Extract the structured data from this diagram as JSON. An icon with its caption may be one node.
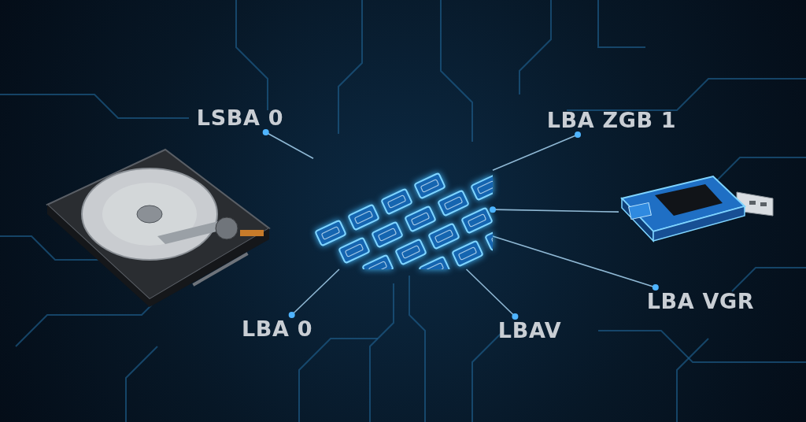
{
  "diagram": {
    "nodes": [
      {
        "text": [
          "LSBA 0"
        ]
      },
      {
        "text": [
          "LBA ZGB 1"
        ]
      },
      {
        "text": [],
        "shape": "picture"
      },
      {
        "text": [],
        "shape": "picture"
      },
      {
        "text": [],
        "shape": "picture"
      },
      {
        "text": [
          "LBA 0"
        ]
      },
      {
        "text": [
          "LBAV"
        ]
      },
      {
        "text": [
          "LBA VGR"
        ]
      }
    ],
    "edges": [
      {
        "from": 0,
        "to": 3,
        "arrow": "other"
      },
      {
        "from": 1,
        "to": 3,
        "arrow": "other"
      },
      {
        "from": 5,
        "to": 3,
        "arrow": "other"
      },
      {
        "from": 6,
        "to": 3,
        "arrow": "other"
      },
      {
        "from": 7,
        "to": 3,
        "arrow": "other"
      },
      {
        "from": 3,
        "to": 4,
        "arrow": "other"
      }
    ]
  }
}
